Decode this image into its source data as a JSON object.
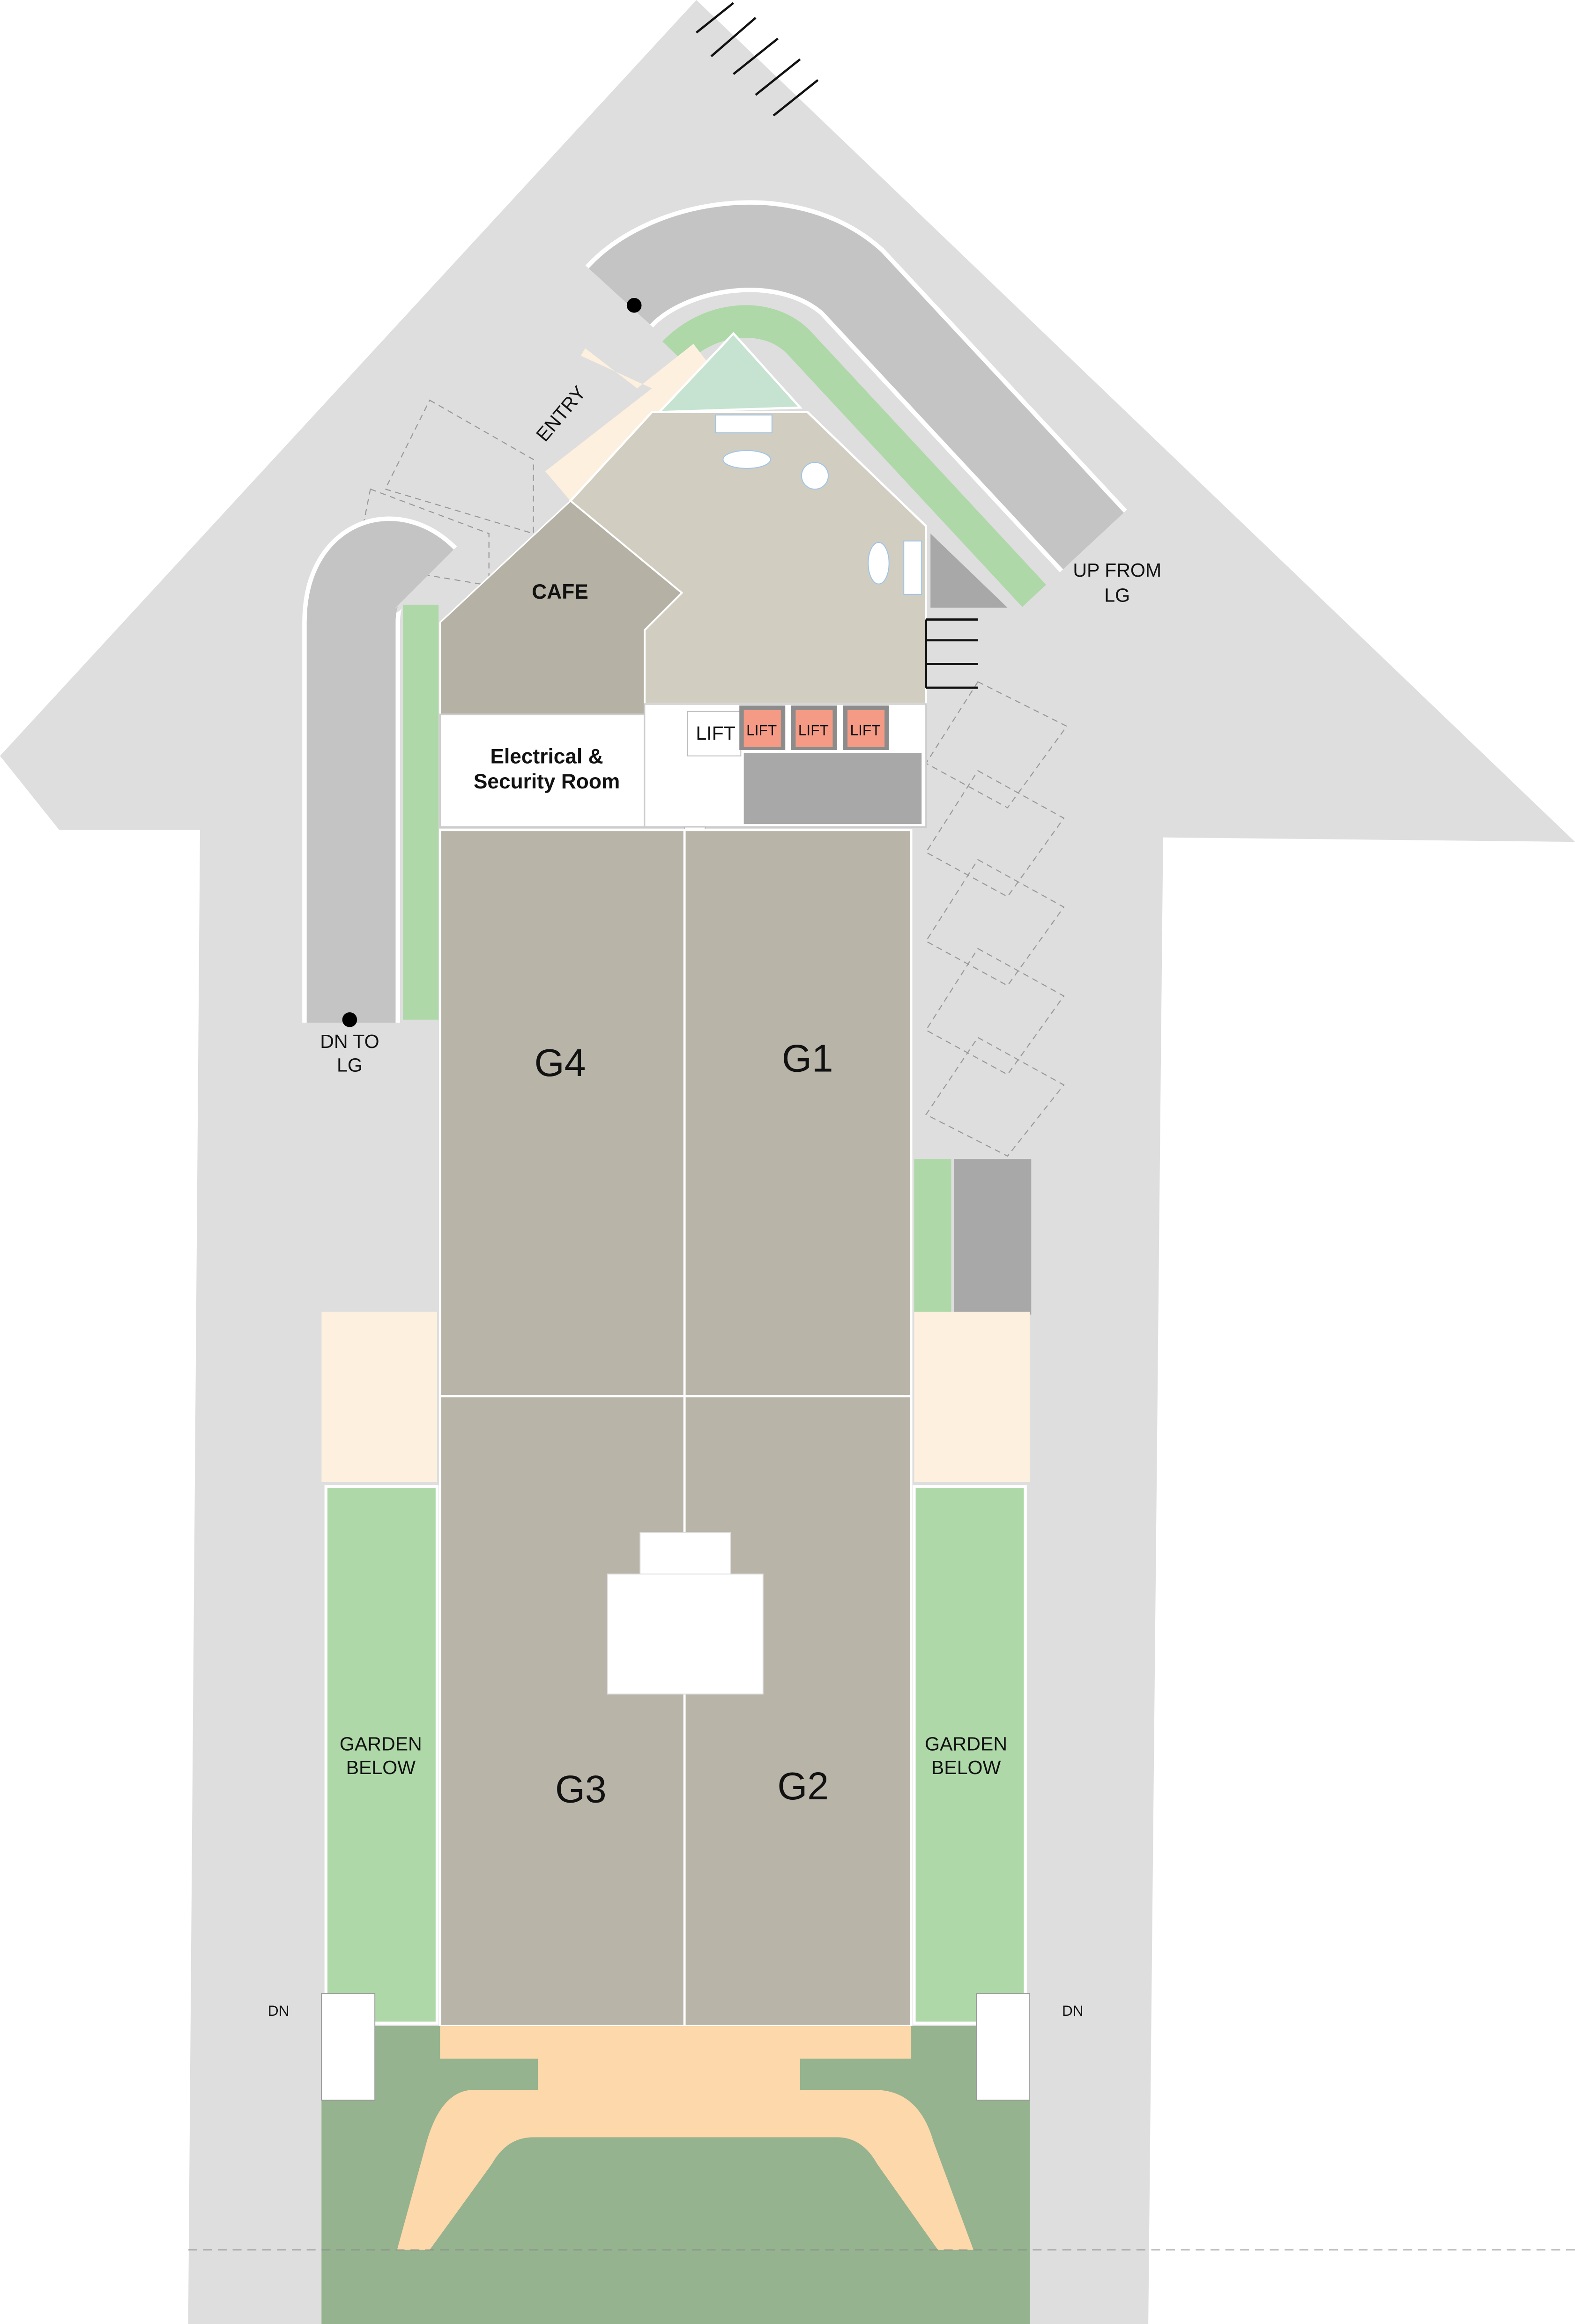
{
  "labels": {
    "entry": "ENTRY",
    "up_from_lg": [
      "UP FROM",
      "LG"
    ],
    "dn_to_lg": [
      "DN TO",
      "LG"
    ],
    "cafe": "CAFE",
    "electrical": [
      "Electrical &",
      "Security Room"
    ],
    "lift_plain": "LIFT",
    "lifts": [
      "LIFT",
      "LIFT",
      "LIFT"
    ],
    "units": {
      "g1": "G1",
      "g2": "G2",
      "g3": "G3",
      "g4": "G4"
    },
    "garden_left": [
      "GARDEN",
      "BELOW"
    ],
    "garden_right": [
      "GARDEN",
      "BELOW"
    ],
    "dn_left": "DN",
    "dn_right": "DN"
  },
  "colors": {
    "site": "#dedede",
    "ramp": "#c4c4c4",
    "green": "#aed8a8",
    "dark_green": "#95b38f",
    "unit": "#b8b4a8",
    "cafe": "#b5b1a5",
    "lobby": "#d1cdc1",
    "peach": "#fdd8aa",
    "light_peach": "#fdf0de",
    "lift": "#f59a85",
    "stair": "#a8a8a8"
  }
}
